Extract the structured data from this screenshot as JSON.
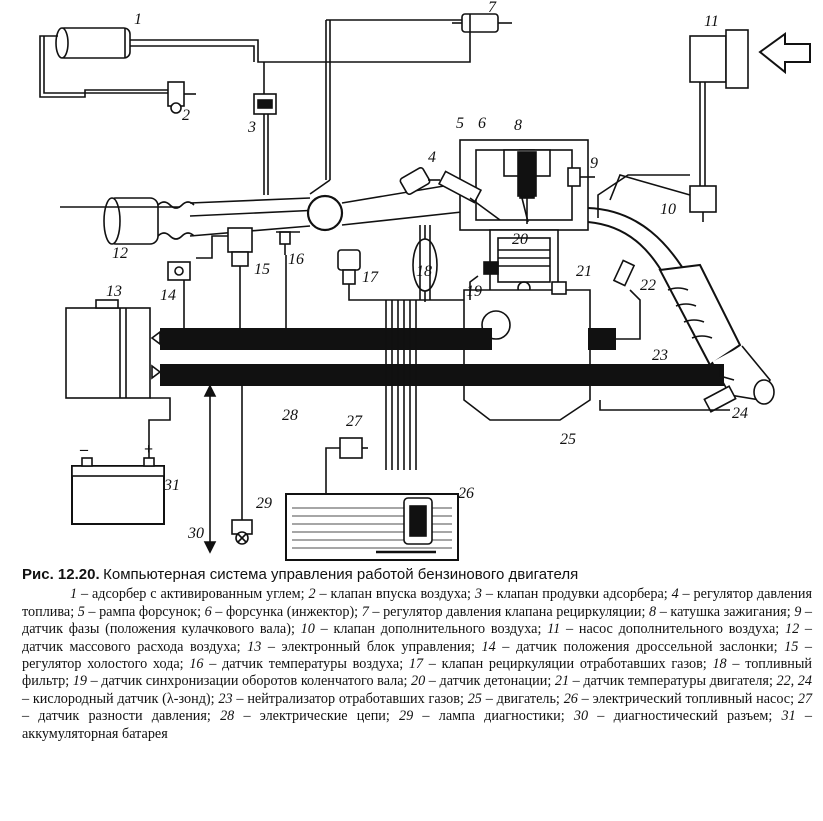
{
  "figure": {
    "label": "Рис. 12.20.",
    "title": "Компьютерная система управления работой бензинового двигателя"
  },
  "callouts": [
    "1",
    "2",
    "3",
    "4",
    "5",
    "6",
    "7",
    "8",
    "9",
    "10",
    "11",
    "12",
    "13",
    "14",
    "15",
    "16",
    "17",
    "18",
    "19",
    "20",
    "21",
    "22",
    "23",
    "24",
    "25",
    "26",
    "27",
    "28",
    "29",
    "30",
    "31"
  ],
  "legend": [
    {
      "num": "1",
      "text": "адсорбер с активированным углем"
    },
    {
      "num": "2",
      "text": "клапан впуска воздуха"
    },
    {
      "num": "3",
      "text": "клапан продувки адсорбера"
    },
    {
      "num": "4",
      "text": "регулятор давления топлива"
    },
    {
      "num": "5",
      "text": "рампа форсунок"
    },
    {
      "num": "6",
      "text": "форсунка (инжектор)"
    },
    {
      "num": "7",
      "text": "регулятор давления клапана рециркуляции"
    },
    {
      "num": "8",
      "text": "катушка зажигания"
    },
    {
      "num": "9",
      "text": "датчик фазы (положения кулачкового вала)"
    },
    {
      "num": "10",
      "text": "клапан дополнительного воздуха"
    },
    {
      "num": "11",
      "text": "насос дополнительного воздуха"
    },
    {
      "num": "12",
      "text": "датчик массового расхода воздуха"
    },
    {
      "num": "13",
      "text": "электронный блок управления"
    },
    {
      "num": "14",
      "text": "датчик положения дроссельной заслонки"
    },
    {
      "num": "15",
      "text": "регулятор холостого хода"
    },
    {
      "num": "16",
      "text": "датчик температуры воздуха"
    },
    {
      "num": "17",
      "text": "клапан рециркуляции отработавших газов"
    },
    {
      "num": "18",
      "text": "топливный фильтр"
    },
    {
      "num": "19",
      "text": "датчик синхронизации оборотов коленчатого вала"
    },
    {
      "num": "20",
      "text": "датчик детонации"
    },
    {
      "num": "21",
      "text": "датчик температуры двигателя"
    },
    {
      "num": "22, 24",
      "text": "кислородный датчик (λ-зонд)"
    },
    {
      "num": "23",
      "text": "нейтрализатор отработавших газов"
    },
    {
      "num": "25",
      "text": "двигатель"
    },
    {
      "num": "26",
      "text": "электрический топливный насос"
    },
    {
      "num": "27",
      "text": "датчик разности давления"
    },
    {
      "num": "28",
      "text": "электрические цепи"
    },
    {
      "num": "29",
      "text": "лампа диагностики"
    },
    {
      "num": "30",
      "text": "диагностический разъем"
    },
    {
      "num": "31",
      "text": "аккумуляторная батарея"
    }
  ],
  "battery": {
    "minus": "–",
    "plus": "+"
  }
}
